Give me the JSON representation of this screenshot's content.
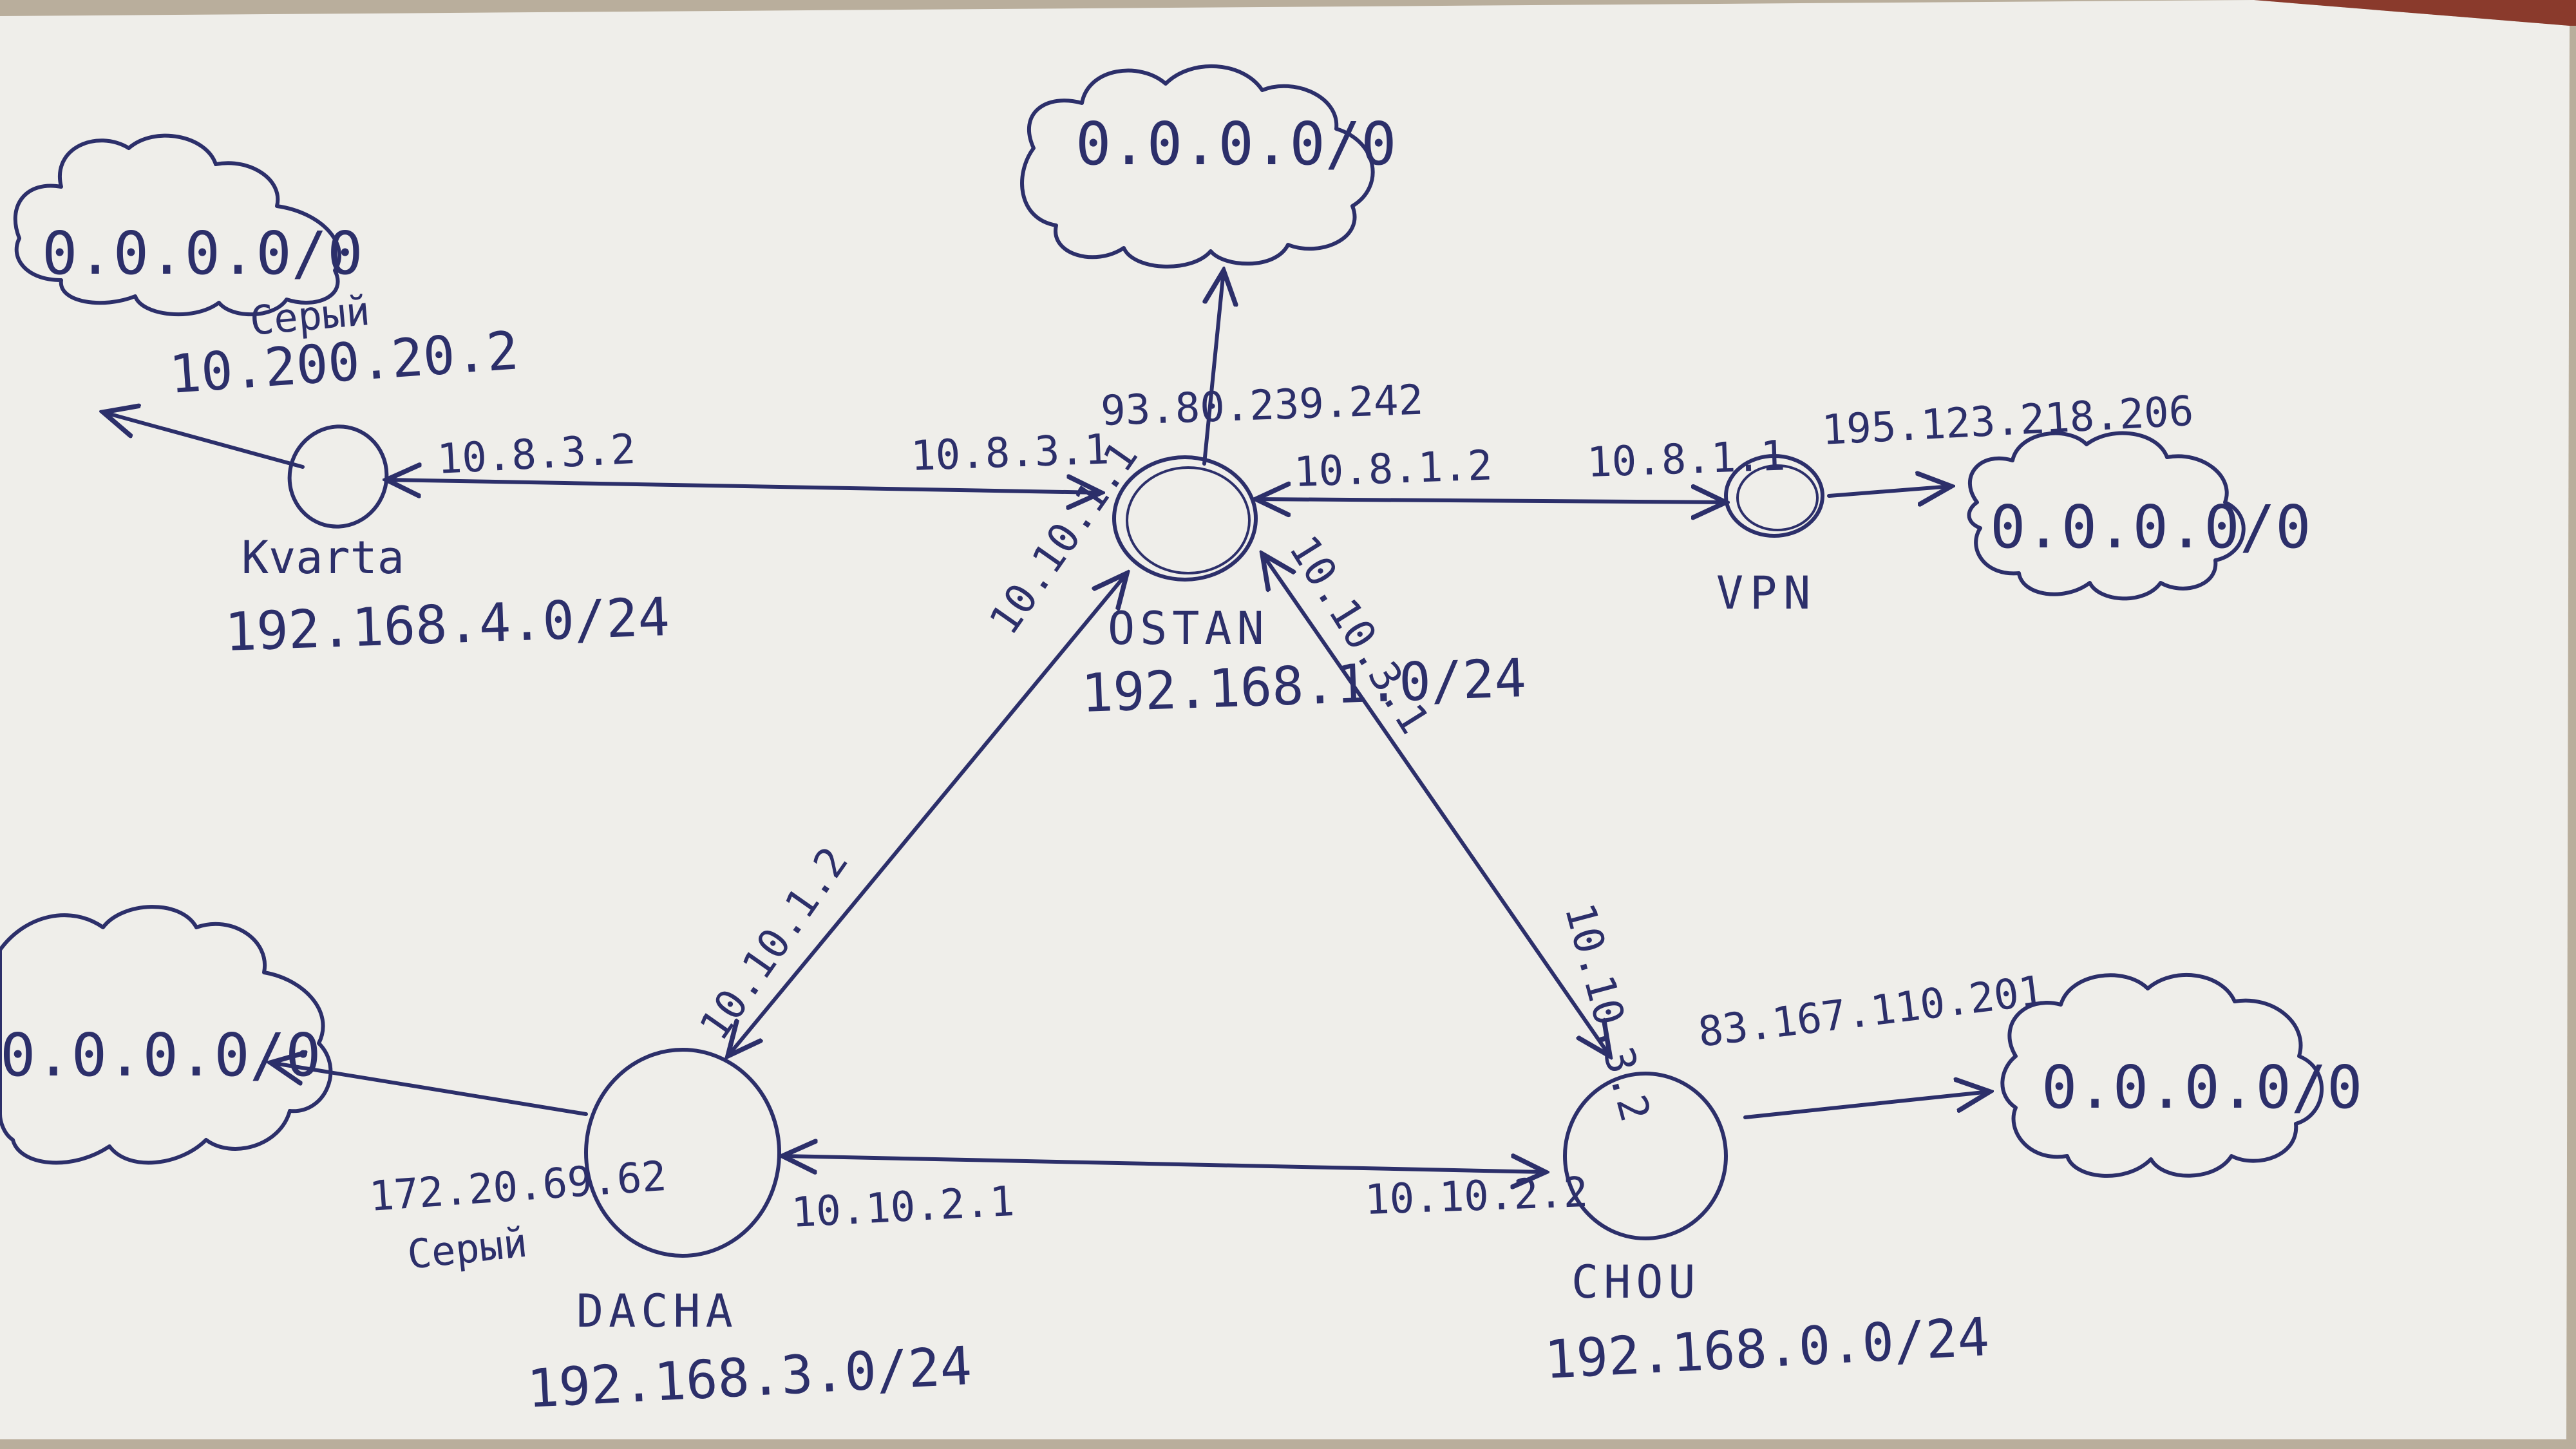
{
  "clouds": {
    "top": "0.0.0.0/0",
    "left": "0.0.0.0/0",
    "vpn": "0.0.0.0/0",
    "dacha": "0.0.0.0/0",
    "chou": "0.0.0.0/0"
  },
  "nodes": {
    "ostan": {
      "name": "OSTAN",
      "subnet": "192.168.1.0/24",
      "wan_ip": "93.80.239.242",
      "ip_to_kvarta": "10.8.3.1",
      "ip_to_vpn": "10.8.1.2",
      "ip_to_dacha": "10.10.1.1",
      "ip_to_chou": "10.10.3.1"
    },
    "kvarta": {
      "name": "Kvarta",
      "subnet": "192.168.4.0/24",
      "wan_note": "Серый",
      "wan_ip": "10.200.20.2",
      "ip_to_ostan": "10.8.3.2"
    },
    "vpn": {
      "name": "VPN",
      "wan_ip": "195.123.218.206",
      "ip_to_ostan": "10.8.1.1"
    },
    "dacha": {
      "name": "DACHA",
      "subnet": "192.168.3.0/24",
      "wan_ip": "172.20.69.62",
      "wan_note": "Серый",
      "ip_to_ostan": "10.10.1.2",
      "ip_to_chou": "10.10.2.1"
    },
    "chou": {
      "name": "CHOU",
      "subnet": "192.168.0.0/24",
      "wan_ip": "83.167.110.201",
      "ip_to_ostan": "10.10.3.2",
      "ip_to_dacha": "10.10.2.2"
    }
  },
  "style": {
    "ink": "#2c2f6a",
    "paper": "#efeeea",
    "background": "#b9ae9c"
  }
}
